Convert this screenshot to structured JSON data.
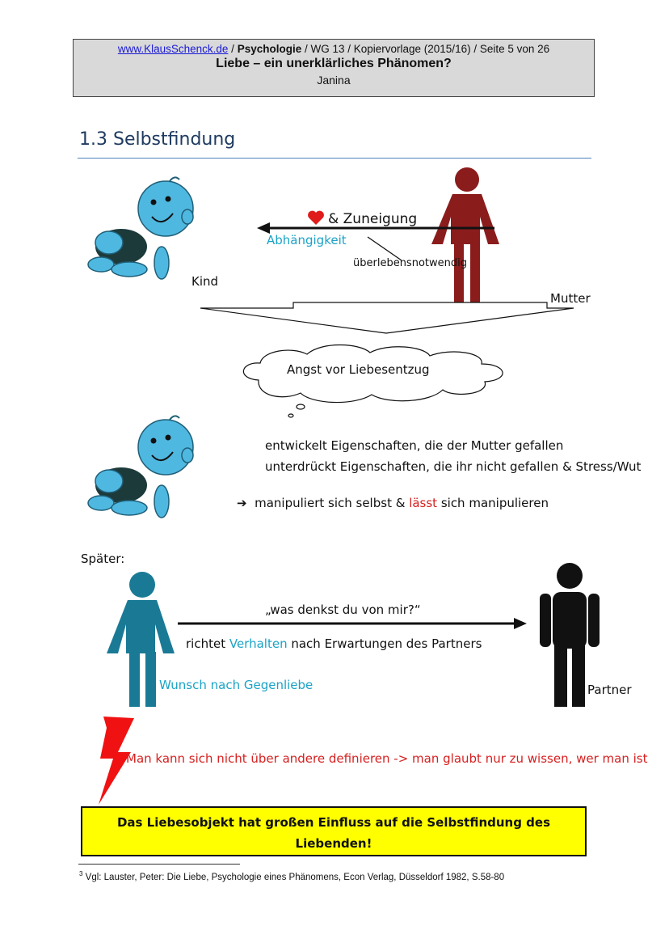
{
  "header": {
    "link": "www.KlausSchenck.de",
    "sep1": " / ",
    "subject": "Psychologie",
    "rest": " / WG 13 / Kopiervorlage (2015/16) / Seite 5 von 26",
    "title": "Liebe – ein unerklärliches Phänomen?",
    "author": "Janina"
  },
  "section_title": "1.3 Selbstfindung",
  "top_diagram": {
    "zuneigung": "& Zuneigung",
    "abhaengigkeit": "Abhängigkeit",
    "ueberlebens": "überlebensnotwendig",
    "kind": "Kind",
    "mutter": "Mutter",
    "cloud_text": "Angst vor Liebesentzug"
  },
  "child_section": {
    "line1": "entwickelt Eigenschaften, die der Mutter gefallen",
    "line2": "unterdrückt Eigenschaften, die ihr nicht gefallen & Stress/Wut",
    "arrow_glyph": "➔",
    "result_a": "manipuliert sich selbst & ",
    "result_red": "lässt",
    "result_b": " sich manipulieren"
  },
  "later": {
    "label": "Später:",
    "question": "„was denkst du von mir?“",
    "richtet_a": "richtet ",
    "richtet_cyan": "Verhalten",
    "richtet_b": " nach Erwartungen des Partners",
    "wunsch": "Wunsch nach Gegenliebe",
    "partner": "Partner"
  },
  "warning": "Man kann sich nicht über andere definieren -> man glaubt nur zu wissen, wer man ist",
  "box": {
    "line1": "Das Liebesobjekt hat großen Einfluss auf die Selbstfindung des",
    "line2": "Liebenden!"
  },
  "footnote": {
    "mark": "3",
    "text": " Vgl: Lauster, Peter: Die Liebe, Psychologie eines Phänomens, Econ Verlag, Düsseldorf 1982, S.58-80"
  },
  "colors": {
    "mother": "#8b1c1c",
    "woman": "#1a7a96",
    "partner": "#111111",
    "baby": "#4fb8e0",
    "accent_cyan": "#1ba3c6",
    "warning_red": "#d62020",
    "box_yellow": "#ffff00"
  }
}
